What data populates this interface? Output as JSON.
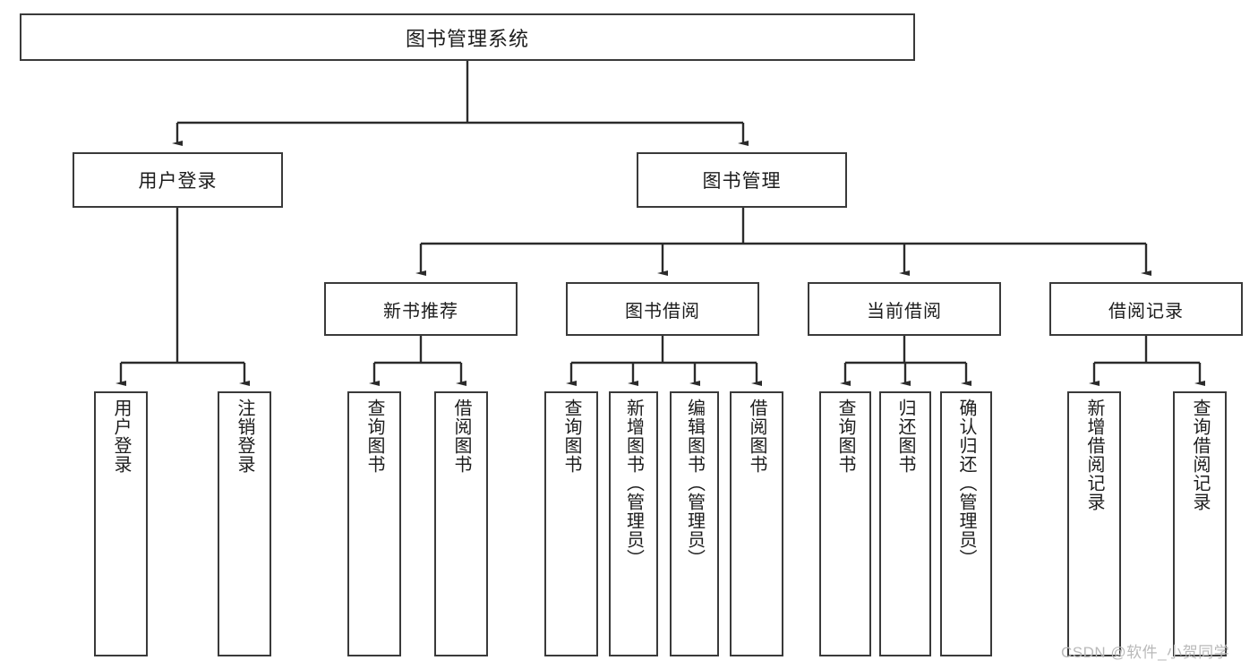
{
  "diagram": {
    "type": "tree-hierarchy-diagram",
    "title": "图书管理系统",
    "watermark": "CSDN @软件_小贺同学",
    "colors": {
      "box_border": "#3a3a3a",
      "box_fill": "#ffffff",
      "edge": "#2b2b2b",
      "text": "#1c1c1c",
      "watermark": "#b9b9b9",
      "background": "#ffffff"
    },
    "levels": {
      "root": {
        "label": "图书管理系统"
      },
      "level2": [
        {
          "label": "用户登录"
        },
        {
          "label": "图书管理"
        }
      ],
      "level3": [
        {
          "label": "新书推荐"
        },
        {
          "label": "图书借阅"
        },
        {
          "label": "当前借阅"
        },
        {
          "label": "借阅记录"
        }
      ],
      "leaves": {
        "user_login": [
          {
            "label": "用户登录"
          },
          {
            "label": "注销登录"
          }
        ],
        "new_book_recommend": [
          {
            "label": "查询图书"
          },
          {
            "label": "借阅图书"
          }
        ],
        "book_borrow": [
          {
            "label": "查询图书"
          },
          {
            "label": "新增图书（管理员）"
          },
          {
            "label": "编辑图书（管理员）"
          },
          {
            "label": "借阅图书"
          }
        ],
        "current_borrow": [
          {
            "label": "查询图书"
          },
          {
            "label": "归还图书"
          },
          {
            "label": "确认归还（管理员）"
          }
        ],
        "borrow_record": [
          {
            "label": "新增借阅记录"
          },
          {
            "label": "查询借阅记录"
          }
        ]
      }
    }
  }
}
